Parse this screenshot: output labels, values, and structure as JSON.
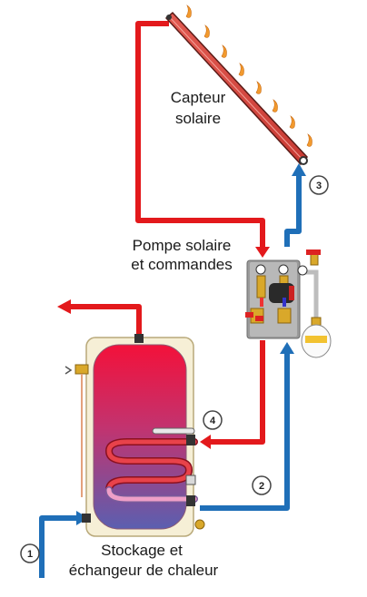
{
  "labels": {
    "collector_line1": "Capteur",
    "collector_line2": "solaire",
    "pump_line1": "Pompe solaire",
    "pump_line2": "et commandes",
    "storage_line1": "Stockage et",
    "storage_line2": "échangeur de chaleur"
  },
  "markers": [
    "1",
    "2",
    "3",
    "4"
  ],
  "colors": {
    "hot_pipe": "#e3191c",
    "cold_pipe": "#1f6fb8",
    "collector": "#d6453f",
    "tank_shell": "#f6efd6",
    "coil": "#e8424a",
    "coil_cool": "#ef9fc8"
  }
}
